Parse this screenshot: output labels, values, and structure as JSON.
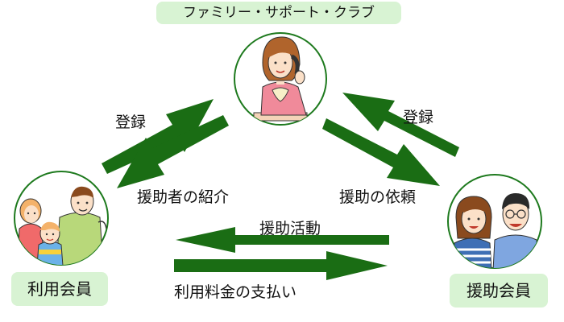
{
  "title": "ファミリー・サポート・クラブ",
  "groups": {
    "user_members": "利用会員",
    "helper_members": "援助会員"
  },
  "flows": {
    "user_register": "登録",
    "helper_introduction": "援助者の紹介",
    "helper_register": "登録",
    "support_request": "援助の依頼",
    "support_activity": "援助活動",
    "usage_fee_payment": "利用料金の支払い"
  },
  "colors": {
    "arrow": "#1a6d14",
    "circle_border": "#1e7a1e",
    "pill_bg": "#d8f3d3"
  }
}
